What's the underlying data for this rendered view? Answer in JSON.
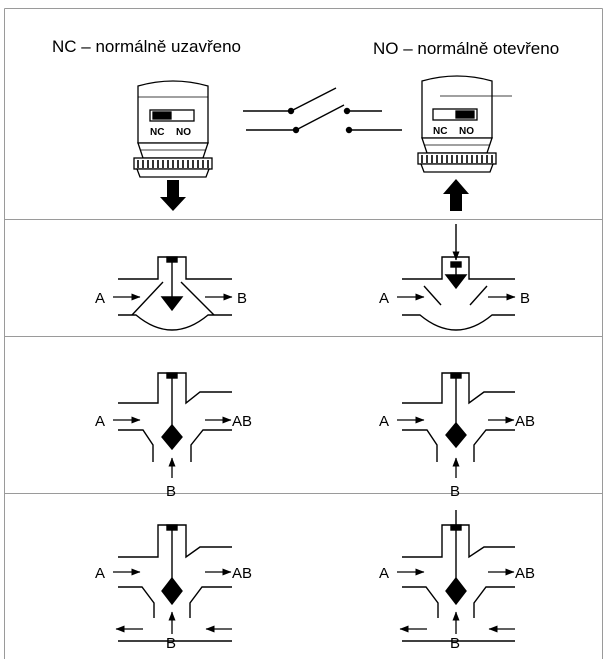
{
  "title_nc": "NC – normálně uzavřeno",
  "title_no": "NO – normálně otevřeno",
  "actuator": {
    "label_nc": "NC",
    "label_no": "NO"
  },
  "ports": {
    "a": "A",
    "b": "B",
    "ab": "AB"
  },
  "colors": {
    "line": "#000000",
    "grid": "#9a9a9a",
    "background": "#ffffff"
  }
}
